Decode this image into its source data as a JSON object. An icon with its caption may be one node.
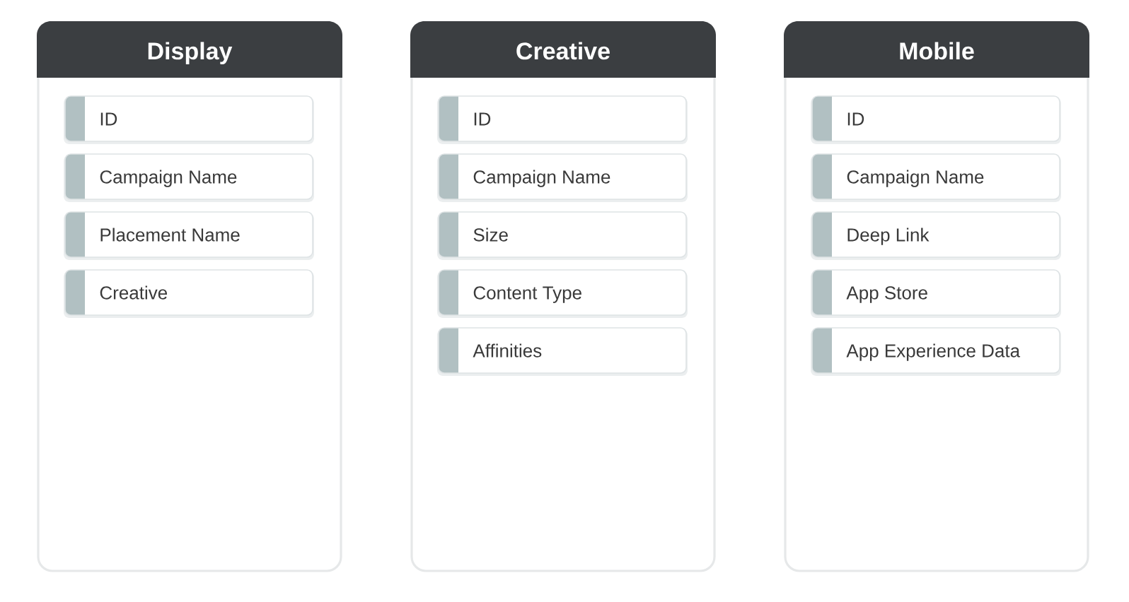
{
  "diagram": {
    "nodes": [
      {
        "text": [
          "Display"
        ]
      },
      {
        "text": [
          "ID"
        ],
        "in": 0
      },
      {
        "text": [
          "Campaign Name"
        ],
        "in": 0
      },
      {
        "text": [
          "Placement Name"
        ],
        "in": 0
      },
      {
        "text": [
          "Creative"
        ],
        "in": 0
      },
      {
        "text": [
          "Creative"
        ]
      },
      {
        "text": [
          "ID"
        ],
        "in": 5
      },
      {
        "text": [
          "Campaign Name"
        ],
        "in": 5
      },
      {
        "text": [
          "Size"
        ],
        "in": 5
      },
      {
        "text": [
          "Content Type"
        ],
        "in": 5
      },
      {
        "text": [
          "Affinities"
        ],
        "in": 5
      },
      {
        "text": [
          "Mobile"
        ]
      },
      {
        "text": [
          "ID"
        ],
        "in": 11
      },
      {
        "text": [
          "Campaign Name"
        ],
        "in": 11
      },
      {
        "text": [
          "Deep Link"
        ],
        "in": 11
      },
      {
        "text": [
          "App Store"
        ],
        "in": 11
      },
      {
        "text": [
          "App Experience Data"
        ],
        "in": 11
      }
    ]
  }
}
